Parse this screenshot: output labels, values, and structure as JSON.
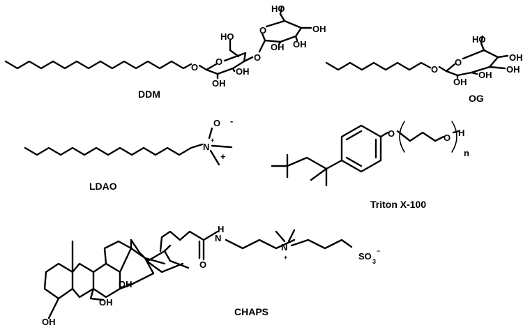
{
  "compounds": {
    "ddm": {
      "name": "DDM"
    },
    "og": {
      "name": "OG"
    },
    "ldao": {
      "name": "LDAO"
    },
    "triton": {
      "name": "Triton X-100"
    },
    "chaps": {
      "name": "CHAPS"
    }
  },
  "atoms": {
    "O": "O",
    "OH": "OH",
    "HO": "HO",
    "N": "N",
    "H": "H",
    "n": "n",
    "plus": "+",
    "minus": "-",
    "chaps_minus": "−",
    "SO": "SO",
    "sub3": "3"
  }
}
